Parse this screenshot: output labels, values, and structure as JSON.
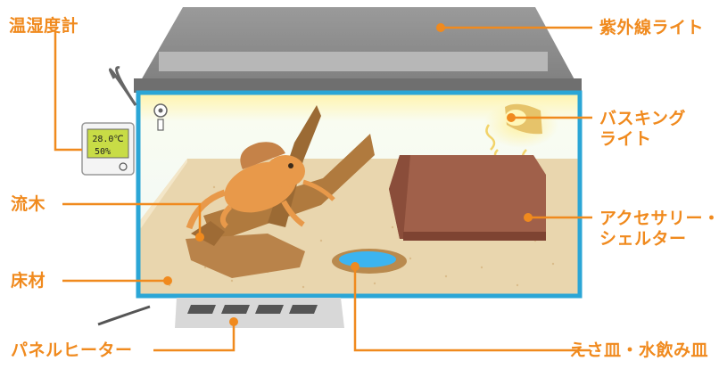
{
  "labels": {
    "hygrometer": "温湿度計",
    "uv_light": "紫外線ライト",
    "basking_light_line1": "バスキング",
    "basking_light_line2": "ライト",
    "driftwood": "流木",
    "accessory_line1": "アクセサリー・",
    "accessory_line2": "シェルター",
    "substrate": "床材",
    "panel_heater": "パネルヒーター",
    "food_water_dish": "えさ皿・水飲み皿"
  },
  "hygrometer_display": {
    "temperature": "28.0℃",
    "humidity": "50%"
  },
  "colors": {
    "accent": "#f08a1e",
    "glass_frame": "#2ba6d6",
    "lid": "#8e8e8e",
    "substrate": "#e8d2a8",
    "shelter": "#a8604a",
    "water": "#3cb4f0",
    "lizard": "#e89a4a"
  }
}
